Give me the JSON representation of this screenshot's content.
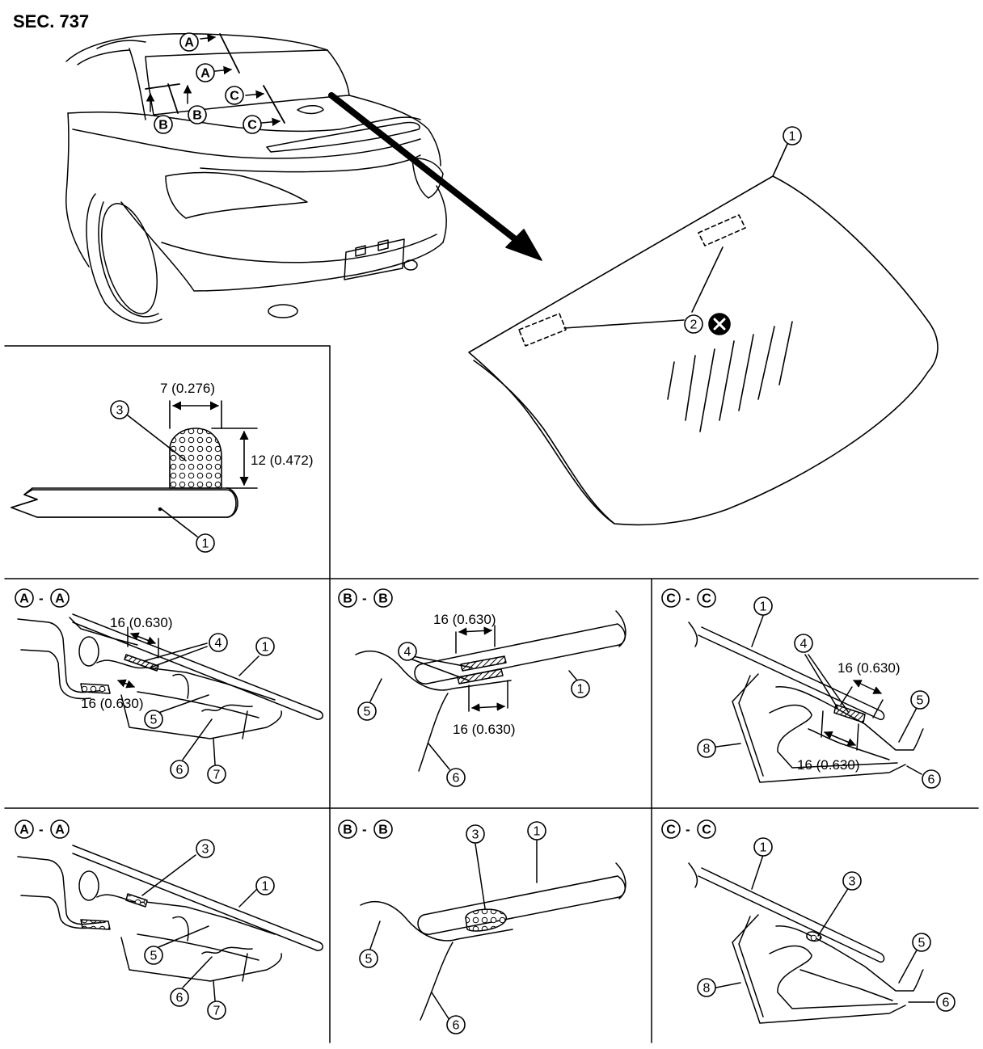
{
  "section_code": "SEC. 737",
  "dimensions": {
    "bead_width": "7 (0.276)",
    "bead_height": "12 (0.472)",
    "spacer_gap": "16 (0.630)"
  },
  "callout_numbers": [
    "1",
    "2",
    "3",
    "4",
    "5",
    "6",
    "7",
    "8"
  ],
  "section_letters": [
    "A",
    "B",
    "C"
  ],
  "section_separator": "-"
}
